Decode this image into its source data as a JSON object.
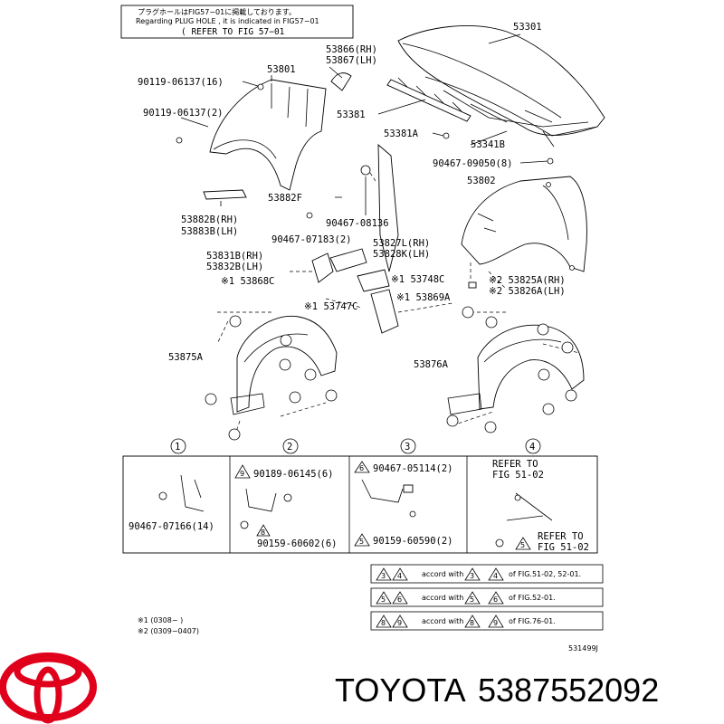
{
  "header_note": {
    "line1": "プラグホールはFIG57−01に掲載しております。",
    "line2": "Regarding PLUG HOLE , it is indicated in FIG57−01",
    "line3": "( REFER TO FIG 57−01"
  },
  "labels": [
    {
      "id": "53301",
      "text": "53301"
    },
    {
      "id": "53866",
      "text": "53866(RH)"
    },
    {
      "id": "53867",
      "text": "53867(LH)"
    },
    {
      "id": "53801",
      "text": "53801"
    },
    {
      "id": "90119a",
      "text": "90119-06137(16)"
    },
    {
      "id": "90119b",
      "text": "90119-06137(2)"
    },
    {
      "id": "53381",
      "text": "53381"
    },
    {
      "id": "53381A",
      "text": "53381A"
    },
    {
      "id": "53341B",
      "text": "53341B"
    },
    {
      "id": "90467-09050",
      "text": "90467-09050(8)"
    },
    {
      "id": "53802",
      "text": "53802"
    },
    {
      "id": "53882F",
      "text": "53882F"
    },
    {
      "id": "53882B",
      "text": "53882B(RH)"
    },
    {
      "id": "53883B",
      "text": "53883B(LH)"
    },
    {
      "id": "90467-08136",
      "text": "90467-08136"
    },
    {
      "id": "90467-07183",
      "text": "90467-07183(2)"
    },
    {
      "id": "53827L",
      "text": "53827L(RH)"
    },
    {
      "id": "53828K",
      "text": "53828K(LH)"
    },
    {
      "id": "53831B",
      "text": "53831B(RH)"
    },
    {
      "id": "53832B",
      "text": "53832B(LH)"
    },
    {
      "id": "53748C",
      "text": "※1 53748C"
    },
    {
      "id": "53868C",
      "text": "※1 53868C"
    },
    {
      "id": "53825A",
      "text": "※2 53825A(RH)"
    },
    {
      "id": "53826A",
      "text": "※2 53826A(LH)"
    },
    {
      "id": "53869A",
      "text": "※1 53869A"
    },
    {
      "id": "53747C",
      "text": "※1 53747C"
    },
    {
      "id": "53875A",
      "text": "53875A"
    },
    {
      "id": "53876A",
      "text": "53876A"
    }
  ],
  "table": {
    "columns": [
      "1",
      "2",
      "3",
      "4"
    ],
    "col1": {
      "part": "90467-07166(14)"
    },
    "col2": {
      "tag_top": "9",
      "part_top": "90189-06145(6)",
      "tag_bottom": "8",
      "part_bottom": "90159-60602(6)"
    },
    "col3": {
      "tag_top": "6",
      "part_top": "90467-05114(2)",
      "tag_bottom": "5",
      "part_bottom": "90159-60590(2)"
    },
    "col4": {
      "refer_top_1": "REFER TO",
      "refer_top_2": "FIG 51-02",
      "refer_bottom_1": "REFER TO",
      "refer_bottom_2": "FIG 51-02",
      "tag": "5"
    }
  },
  "accord_notes": [
    {
      "a": "3",
      "b": "4",
      "mid": "accord with",
      "c": "3",
      "d": "4",
      "tail": "of FIG.51-02, 52-01."
    },
    {
      "a": "5",
      "b": "6",
      "mid": "accord with",
      "c": "5",
      "d": "6",
      "tail": "of FIG.52-01."
    },
    {
      "a": "8",
      "b": "9",
      "mid": "accord with",
      "c": "8",
      "d": "9",
      "tail": "of FIG.76-01."
    }
  ],
  "footnotes": {
    "n1": "※1 (0308−      )",
    "n2": "※2 (0309−0407)"
  },
  "figure_code": "531499J",
  "brand": {
    "name": "TOYOTA",
    "part_number": "5387552092",
    "logo_color": "#e0001b"
  }
}
